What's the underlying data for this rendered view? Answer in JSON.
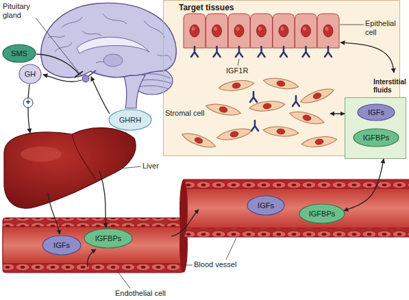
{
  "diagram": {
    "nodes": [
      {
        "text": [
          "SMS"
        ]
      },
      {
        "text": [
          "GH"
        ]
      },
      {
        "text": [
          "GHRH"
        ]
      },
      {
        "text": [
          "Target tissues"
        ]
      },
      {
        "text": [
          "Interstitial fluids"
        ]
      },
      {
        "text": [
          "IGFs"
        ],
        "in": 4
      },
      {
        "text": [
          "IGFBPs"
        ],
        "in": 4
      },
      {
        "text": [
          "IGFs"
        ]
      },
      {
        "text": [
          "IGFBPs"
        ]
      },
      {
        "text": [
          "IGFs"
        ]
      },
      {
        "text": [
          "IGFBPs"
        ]
      }
    ],
    "edges": [
      {
        "from": 3,
        "to": 4,
        "arrow": "both"
      },
      {
        "from": 3,
        "to": 4,
        "arrow": "both"
      },
      {
        "from": 10,
        "to": 4,
        "arrow": "both"
      }
    ],
    "labels": [
      "Pituitary gland",
      "+",
      "Liver",
      "Epithelial cell",
      "IGF1R",
      "Stromal cell",
      "Endothelial cell",
      "Blood vessel"
    ]
  }
}
